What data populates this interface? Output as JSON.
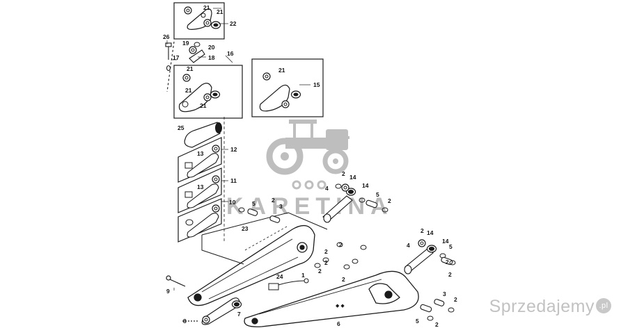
{
  "watermark": {
    "text": "KARETINA",
    "icon": "tractor-icon"
  },
  "brand": {
    "name": "Sprzedajemy",
    "suffix": ".pl"
  },
  "colors": {
    "line": "#1a1a1a",
    "watermark": "#b4b4b4",
    "background": "#ffffff"
  },
  "callouts": {
    "c21a": "21",
    "c21b": "21",
    "c22": "22",
    "c26": "26",
    "c19": "19",
    "c20": "20",
    "c17": "17",
    "c18": "18",
    "c16": "16",
    "c21c": "21",
    "c21d": "21",
    "c21e": "21",
    "c15": "15",
    "c21f": "21",
    "c25": "25",
    "c12": "12",
    "c13a": "13",
    "c11": "11",
    "c13b": "13",
    "c10": "10",
    "c23": "23",
    "c3a": "3",
    "c2a": "2",
    "c5a": "5",
    "c2b": "2",
    "c14a": "14",
    "c4a": "4",
    "c14b": "14",
    "c5b": "5",
    "c2c": "2",
    "c2d": "2",
    "c2e": "2",
    "c2f": "2",
    "c1": "1",
    "c2g": "2",
    "c2h": "2",
    "c24": "24",
    "c9": "9",
    "c8": "8",
    "c7": "7",
    "c6": "6",
    "c2i": "2",
    "c14c": "14",
    "c4b": "4",
    "c14d": "14",
    "c5c": "5",
    "c2j": "2",
    "c2k": "2",
    "c3b": "3",
    "c2l": "2",
    "c5d": "5",
    "c2m": "2"
  }
}
